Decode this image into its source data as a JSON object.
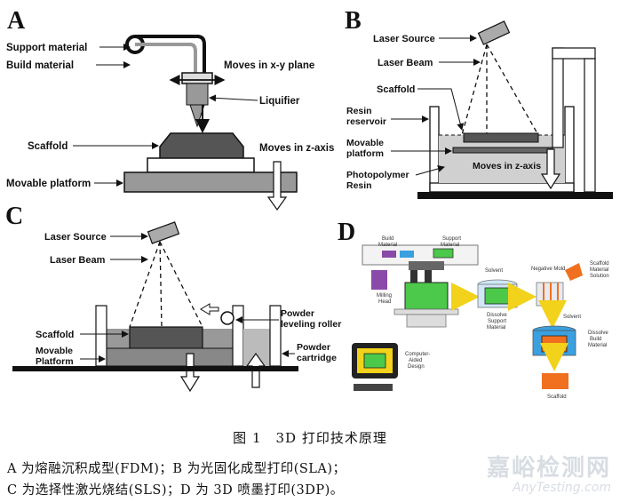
{
  "panels": {
    "A": {
      "letter": "A",
      "support_material": "Support material",
      "build_material": "Build material",
      "moves_xy": "Moves in x-y plane",
      "liquifier": "Liquifier",
      "scaffold": "Scaffold",
      "moves_z": "Moves in z-axis",
      "movable_platform": "Movable platform"
    },
    "B": {
      "letter": "B",
      "laser_source": "Laser Source",
      "laser_beam": "Laser Beam",
      "scaffold": "Scaffold",
      "resin_reservoir_1": "Resin",
      "resin_reservoir_2": "reservoir",
      "movable_platform_1": "Movable",
      "movable_platform_2": "platform",
      "moves_z": "Moves in z-axis",
      "photopolymer_1": "Photopolymer",
      "photopolymer_2": "Resin"
    },
    "C": {
      "letter": "C",
      "laser_source": "Laser Source",
      "laser_beam": "Laser Beam",
      "scaffold": "Scaffold",
      "movable_1": "Movable",
      "movable_2": "Platform",
      "roller_1": "Powder",
      "roller_2": "leveling roller",
      "cartridge_1": "Powder",
      "cartridge_2": "cartridge"
    },
    "D": {
      "letter": "D",
      "build_material_1": "Build",
      "build_material_2": "Material",
      "support_material_1": "Support",
      "support_material_2": "Material",
      "milling_head_1": "Milling",
      "milling_head_2": "Head",
      "solvent_1": "Solvent",
      "dissolve_support_1": "Dissolve",
      "dissolve_support_2": "Support",
      "dissolve_support_3": "Material",
      "negative_mold": "Negative Mold",
      "scaffold_solution_1": "Scaffold",
      "scaffold_solution_2": "Material",
      "scaffold_solution_3": "Solution",
      "solvent_2": "Solvent",
      "dissolve_build_1": "Dissolve",
      "dissolve_build_2": "Build",
      "dissolve_build_3": "Material",
      "cad_1": "Computer-",
      "cad_2": "Aided",
      "cad_3": "Design",
      "scaffold": "Scaffold"
    }
  },
  "caption": "图 1　3D 打印技术原理",
  "note_line1": "A 为熔融沉积成型(FDM)；B 为光固化成型打印(SLA)；",
  "note_line2": "C 为选择性激光烧结(SLS)；D 为 3D 喷墨打印(3DP)。",
  "watermark": {
    "cn": "嘉峪检测网",
    "en": "AnyTesting.com"
  },
  "colors": {
    "green": "#4cc84a",
    "orange": "#f07020",
    "blue": "#3aa0e0",
    "yellow": "#f2d21a",
    "purple": "#8a4aa8"
  }
}
